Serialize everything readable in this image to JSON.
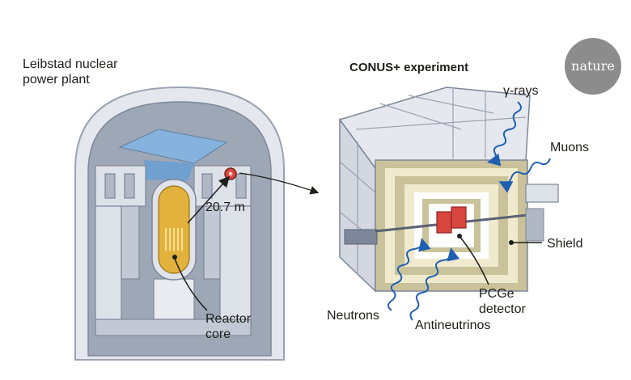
{
  "plant": {
    "name": "Leibstad nuclear power plant",
    "distance": "20.7 m",
    "core_label": "Reactor core"
  },
  "experiment": {
    "title": "CONUS+ experiment",
    "labels": {
      "gamma": "γ-rays",
      "muons": "Muons",
      "shield": "Shield",
      "detector": "PCGe detector",
      "neutrons": "Neutrons",
      "antineutrinos": "Antineutrinos"
    }
  },
  "logo": {
    "text": "nature"
  },
  "colors": {
    "dome": "#c9ced8",
    "structure": "#dfe3ea",
    "pool": "#8fb8e0",
    "core": "#e3b23c",
    "detector": "#d9453f",
    "shield_light": "#efeacd",
    "shield_dark": "#c9c29a",
    "wave": "#1f5fb3"
  }
}
